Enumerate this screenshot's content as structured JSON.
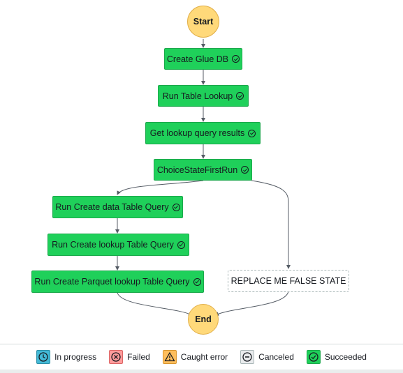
{
  "graph": {
    "start": "Start",
    "end": "End",
    "states": [
      "Create Glue DB",
      "Run Table Lookup",
      "Get lookup query results",
      "ChoiceStateFirstRun",
      "Run Create data Table Query",
      "Run Create lookup Table Query",
      "Run Create Parquet lookup Table Query"
    ],
    "pending_state": "REPLACE ME FALSE STATE"
  },
  "legend": {
    "items": [
      {
        "label": "In progress",
        "color": "#44b9d6",
        "icon": "clock-icon"
      },
      {
        "label": "Failed",
        "color": "#ff9c9c",
        "icon": "x-circle-icon"
      },
      {
        "label": "Caught error",
        "color": "#ffbe5c",
        "icon": "warning-icon"
      },
      {
        "label": "Canceled",
        "color": "#e9ebed",
        "icon": "minus-circle-icon"
      },
      {
        "label": "Succeeded",
        "color": "#1fd05a",
        "icon": "check-circle-icon"
      }
    ]
  }
}
